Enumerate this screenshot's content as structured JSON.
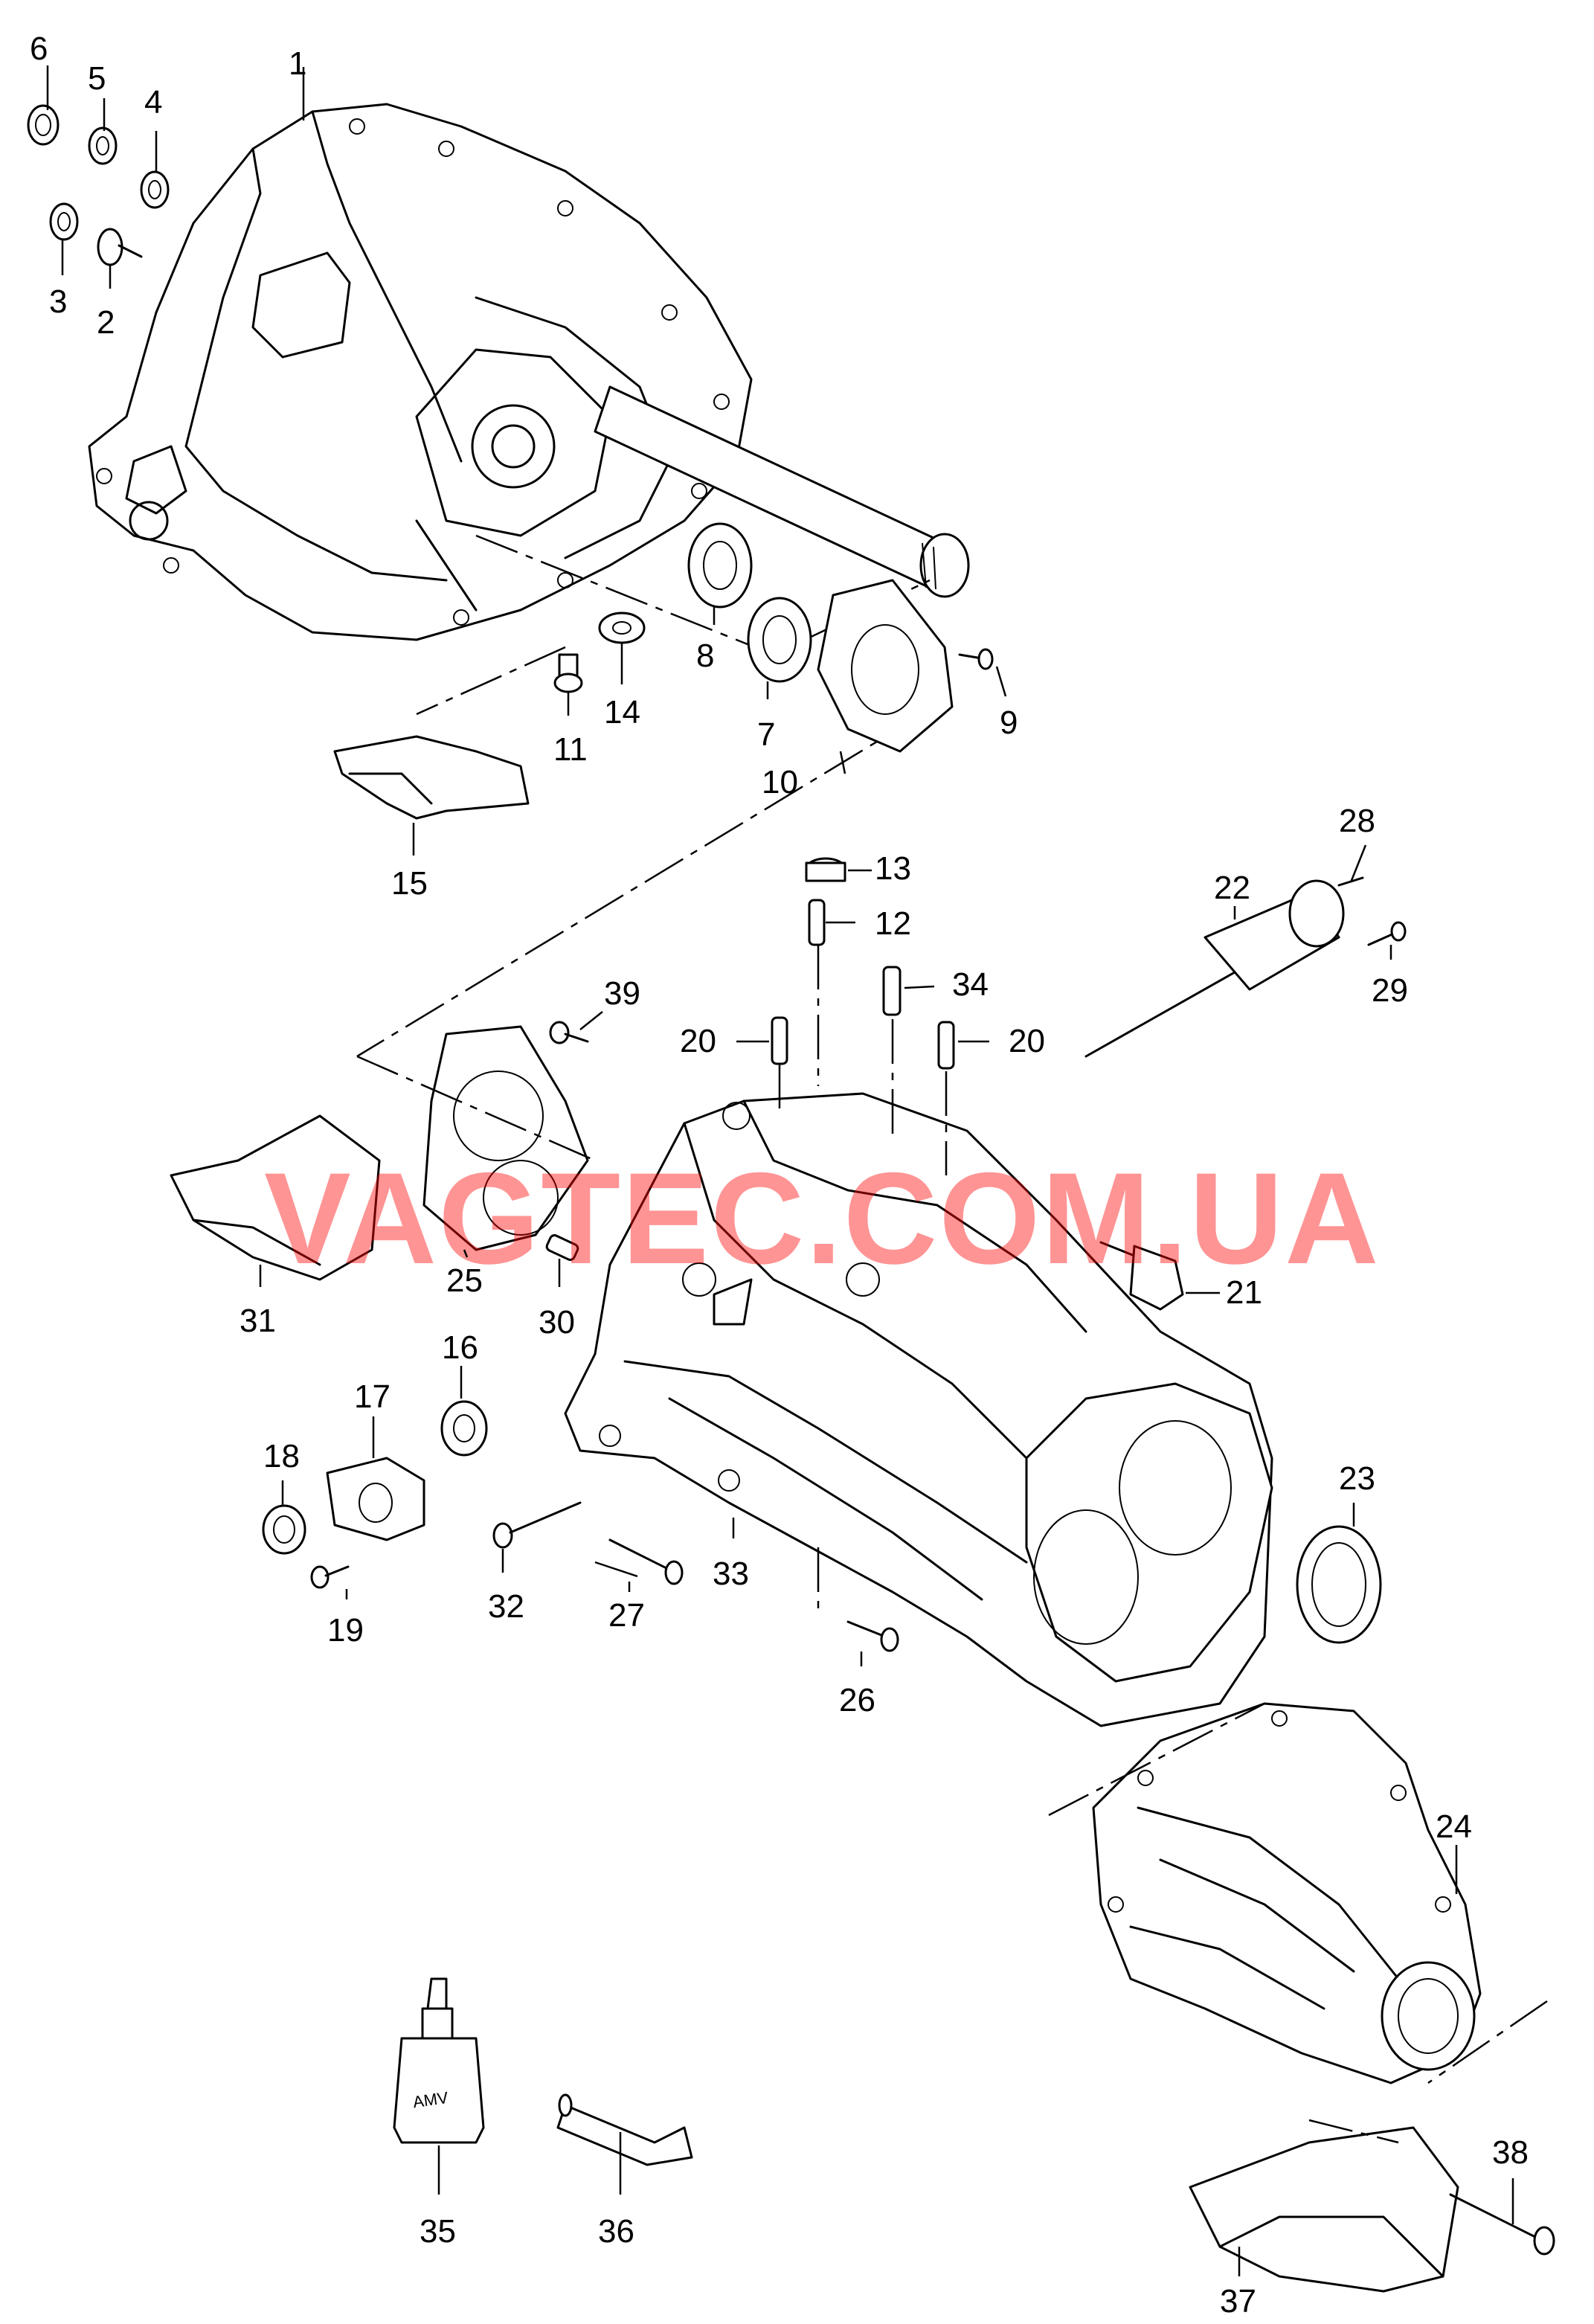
{
  "watermark": "VAGTEC.COM.UA",
  "jar_label": "AMV",
  "callouts": [
    "6",
    "5",
    "4",
    "1",
    "3",
    "2",
    "8",
    "14",
    "11",
    "7",
    "9",
    "10",
    "15",
    "13",
    "12",
    "28",
    "22",
    "34",
    "29",
    "39",
    "20",
    "20",
    "21",
    "25",
    "31",
    "30",
    "16",
    "17",
    "18",
    "19",
    "23",
    "32",
    "27",
    "33",
    "26",
    "24",
    "35",
    "36",
    "38",
    "37"
  ]
}
